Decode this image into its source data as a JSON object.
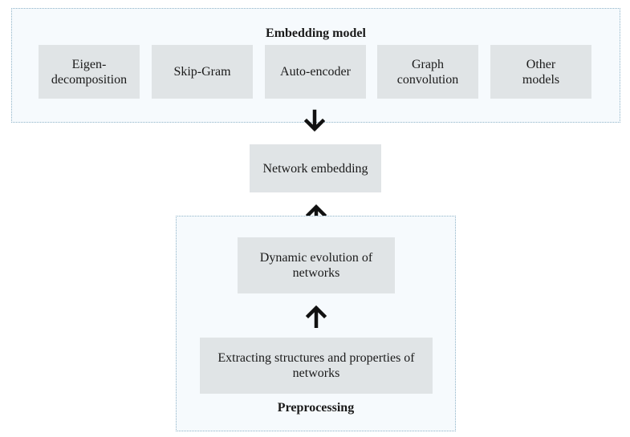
{
  "embedding_group": {
    "title": "Embedding model",
    "models": [
      {
        "label": "Eigen-\ndecomposition"
      },
      {
        "label": "Skip-Gram"
      },
      {
        "label": "Auto-encoder"
      },
      {
        "label": "Graph\nconvolution"
      },
      {
        "label": "Other\nmodels"
      }
    ]
  },
  "network_embedding": {
    "label": "Network embedding"
  },
  "preprocessing_group": {
    "title": "Preprocessing",
    "dynamic_evolution": {
      "label": "Dynamic evolution of\nnetworks"
    },
    "extracting": {
      "label": "Extracting structures and properties of\nnetworks"
    }
  },
  "arrows": [
    {
      "name": "arrow-down-embedding",
      "direction": "down"
    },
    {
      "name": "arrow-up-network",
      "direction": "up"
    },
    {
      "name": "arrow-up-dynamic",
      "direction": "up"
    }
  ],
  "colors": {
    "group_border": "#8fb3c8",
    "group_fill": "#f6fafd",
    "box_fill": "#e0e4e6",
    "arrow": "#111111"
  }
}
